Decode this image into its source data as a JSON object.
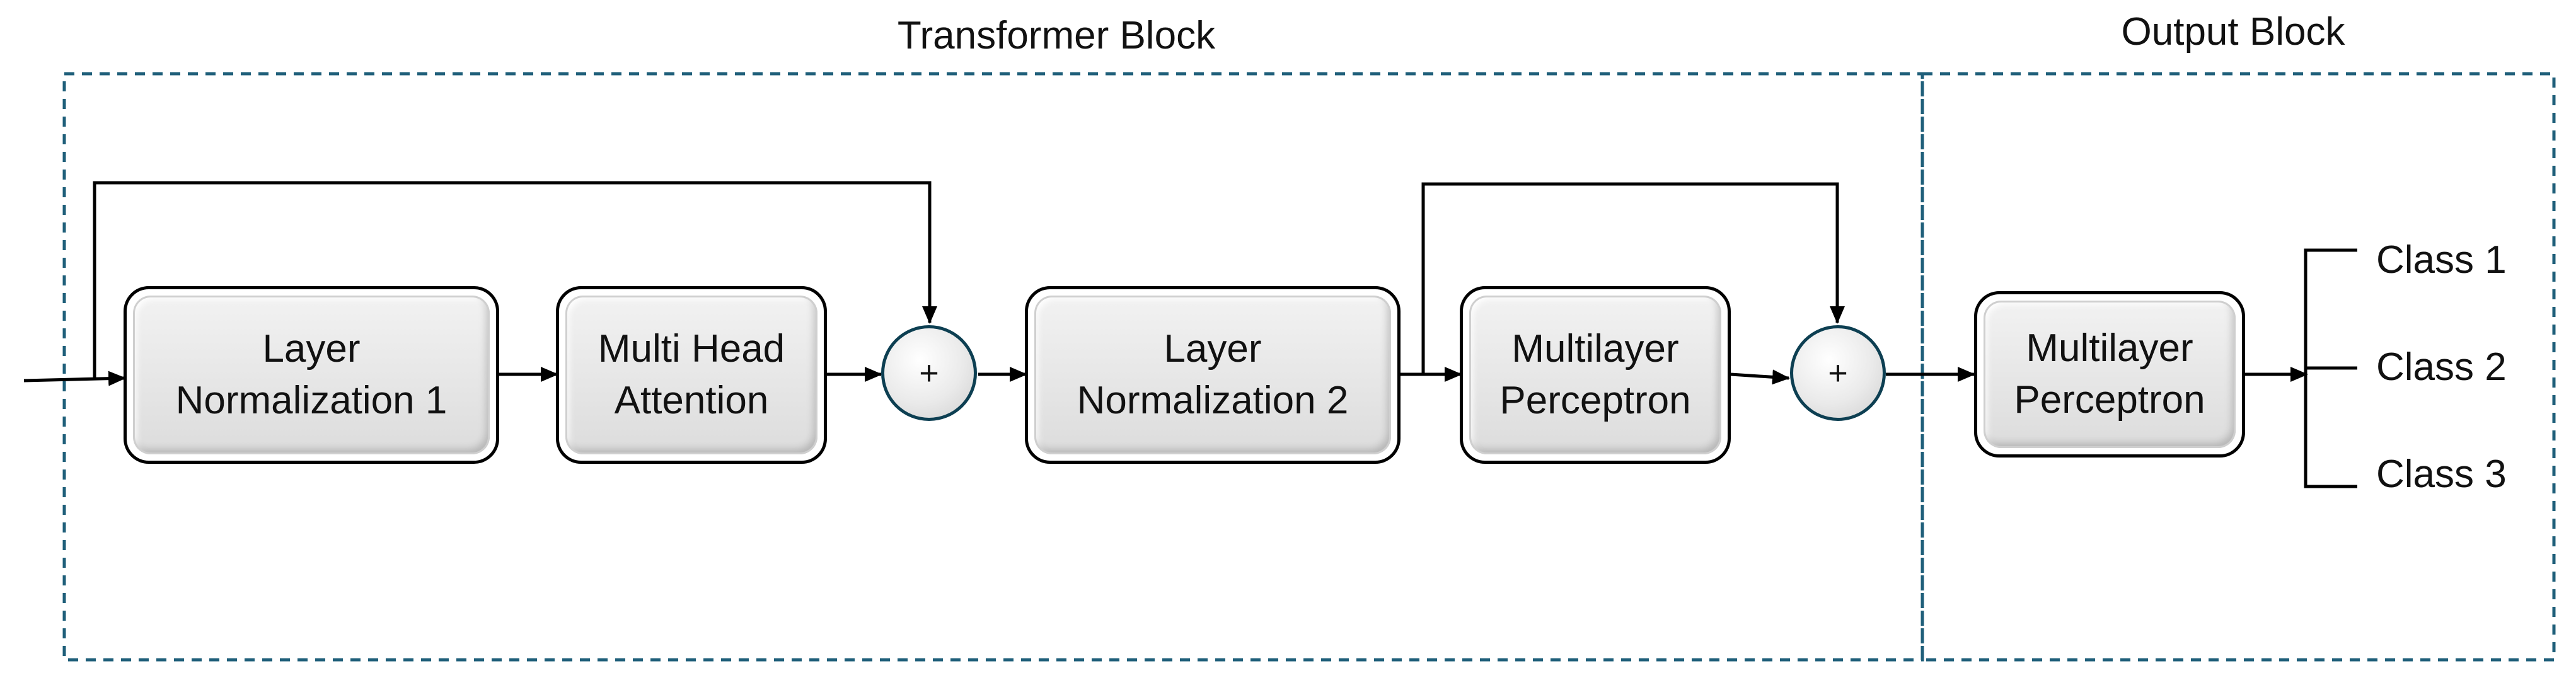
{
  "sections": {
    "transformer_title": "Transformer Block",
    "output_title": "Output Block"
  },
  "nodes": {
    "layer_norm_1": "Layer\nNormalization 1",
    "multi_head_attention": "Multi Head\nAttention",
    "add_1": "+",
    "layer_norm_2": "Layer\nNormalization 2",
    "mlp_transformer": "Multilayer\nPerceptron",
    "add_2": "+",
    "mlp_output": "Multilayer\nPerceptron"
  },
  "outputs": {
    "class_1": "Class 1",
    "class_2": "Class 2",
    "class_3": "Class 3"
  },
  "colors": {
    "dashed_border": "#1f5f7a",
    "line": "#000000",
    "circle_border": "#0d3f52",
    "box_fill": "#e6e6e6"
  }
}
